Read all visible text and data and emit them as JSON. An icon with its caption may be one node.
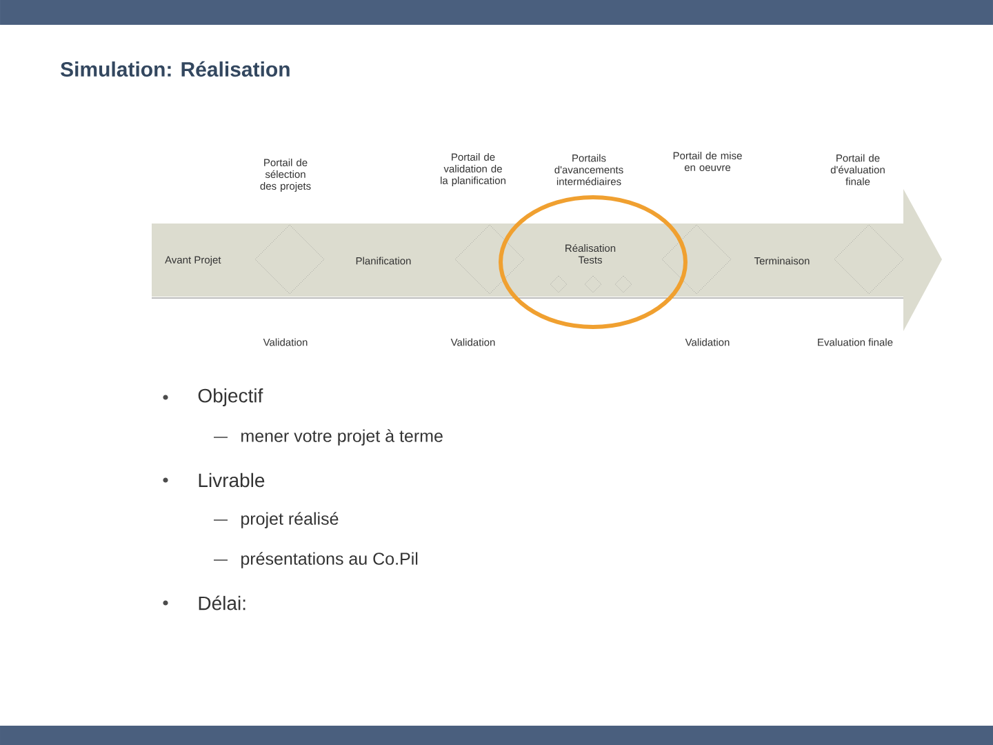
{
  "diagram": {
    "title": "Simulation: Réalisation",
    "labels": [
      "Portail de sélection des projets",
      "Portail de validation de la planification",
      "Portails d'avancements intermédiaires",
      "Portail de mise en oeuvre",
      "Portail de d'évaluation finale",
      "Avant Projet",
      "Planification",
      "Réalisation Tests",
      "Terminaison",
      "Validation",
      "Validation",
      "Validation",
      "Evaluation finale",
      "Objectif",
      "mener votre projet à terme",
      "Livrable",
      "projet réalisé",
      "présentations au Co.Pil",
      "Délai:"
    ]
  }
}
